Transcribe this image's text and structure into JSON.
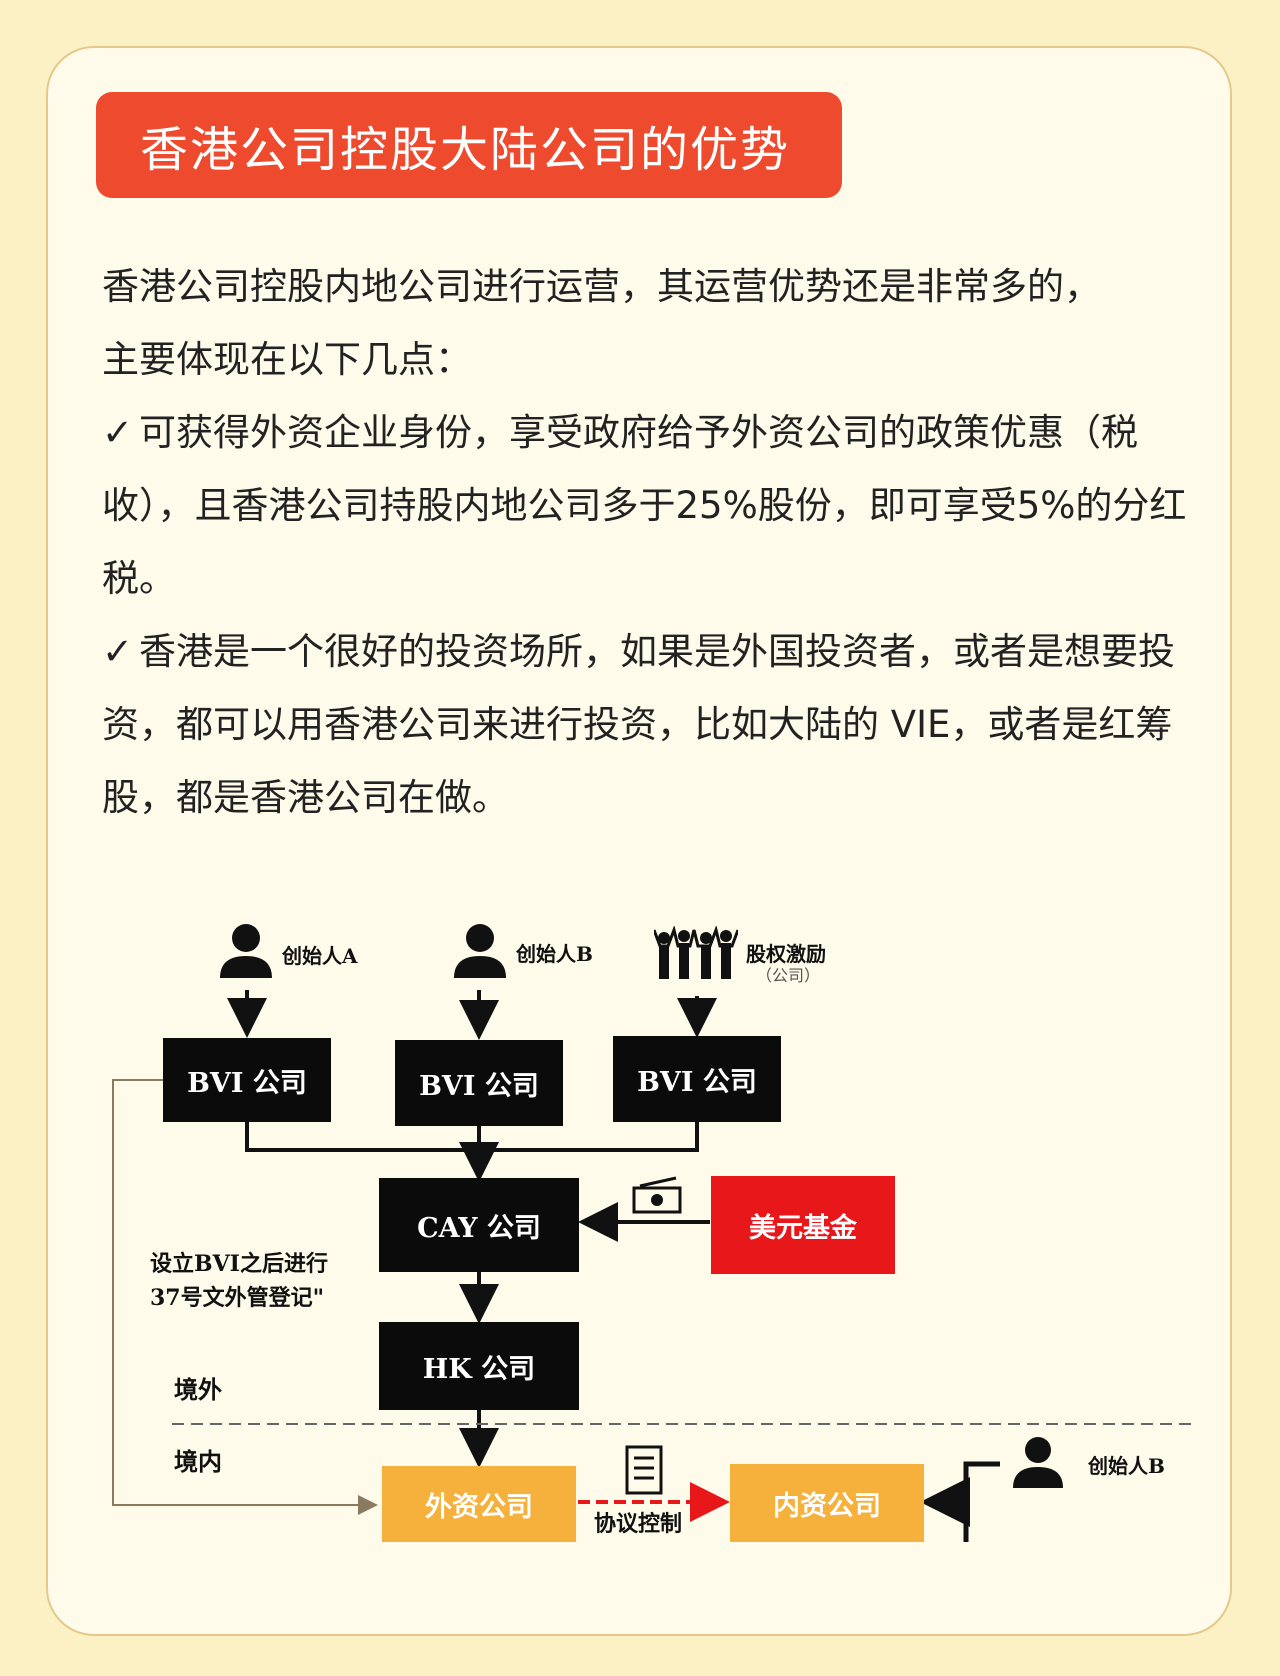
{
  "title": "香港公司控股大陆公司的优势",
  "intro_line1": "香港公司控股内地公司进行运营，其运营优势还是非常多的，",
  "intro_line2": "主要体现在以下几点：",
  "check_mark": "✓",
  "point1": "可获得外资企业身份，享受政府给予外资公司的政策优惠（税收），且香港公司持股内地公司多于25%股份，即可享受5%的分红税。",
  "point2": "香港是一个很好的投资场所，如果是外国投资者，或者是想要投资，都可以用香港公司来进行投资，比如大陆的 VIE，或者是红筹股，都是香港公司在做。",
  "diagram": {
    "founder_a": "创始人A",
    "founder_b": "创始人B",
    "equity_incentive": "股权激励",
    "equity_note": "（公司）",
    "bvi1": "BVI 公司",
    "bvi2": "BVI 公司",
    "bvi3": "BVI 公司",
    "cay": "CAY 公司",
    "usd_fund": "美元基金",
    "note_line1": "设立BVI之后进行",
    "note_line2": "37号文外管登记\"",
    "hk": "HK 公司",
    "offshore": "境外",
    "onshore": "境内",
    "wfoe": "外资公司",
    "agreement": "协议控制",
    "domestic": "内资公司",
    "founder_b2": "创始人B"
  },
  "colors": {
    "banner": "#ee4a2e",
    "box_dark": "#0b0b0b",
    "fund": "#e8171a",
    "company": "#f5b13b",
    "agreement_line": "#e8171a"
  }
}
